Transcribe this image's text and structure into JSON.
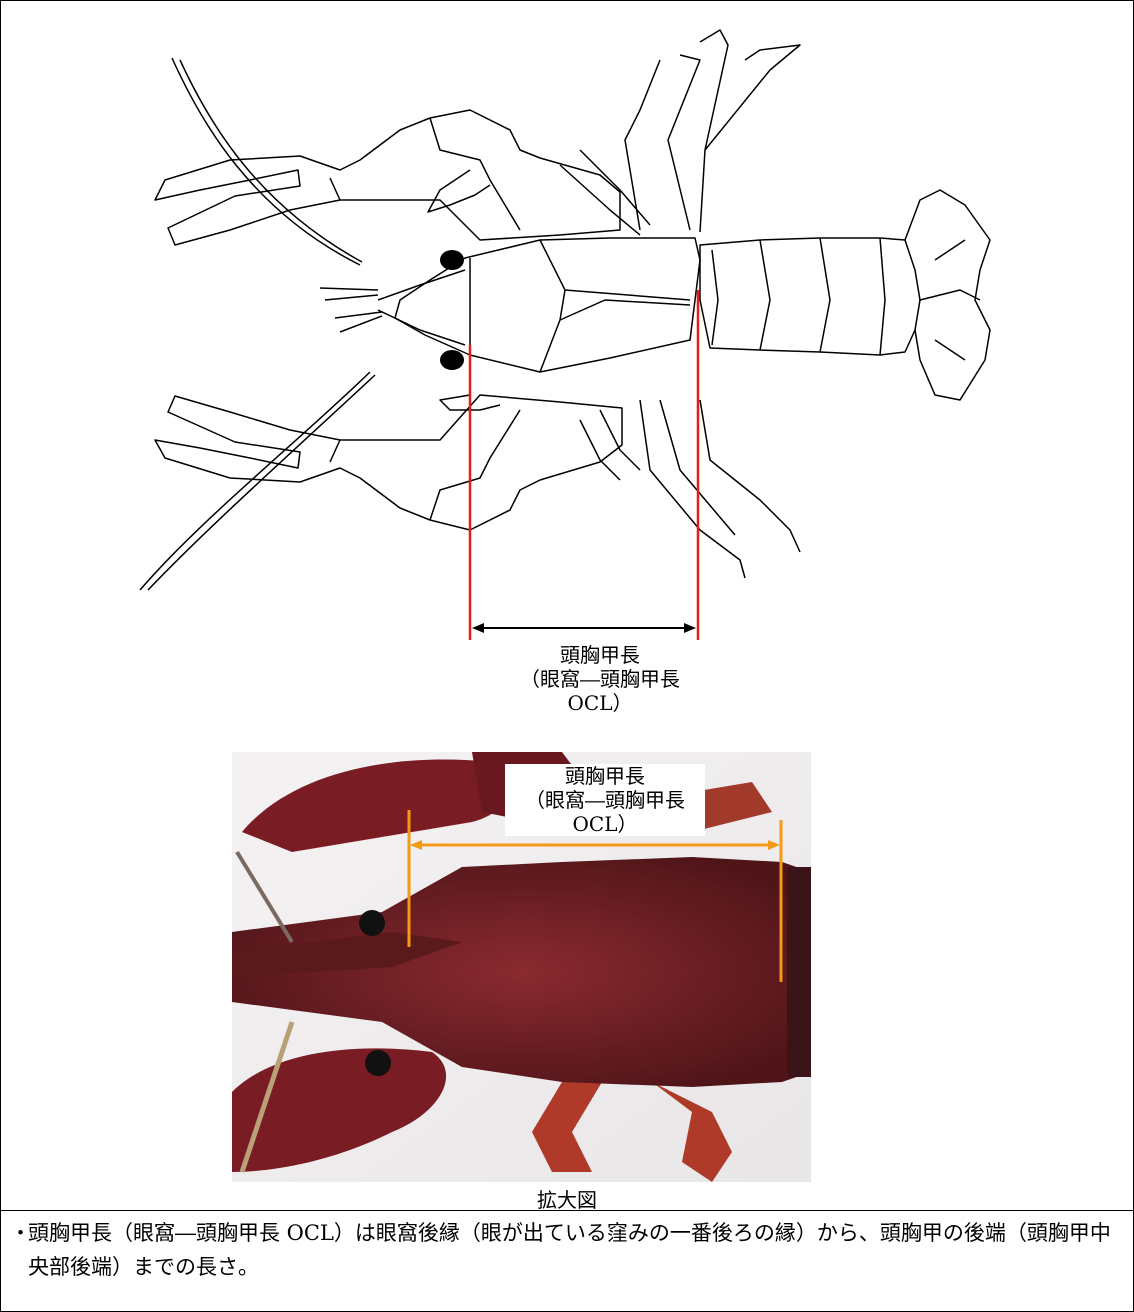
{
  "diagram": {
    "measure_label": [
      "頭胸甲長",
      "（眼窩―頭胸甲長",
      "OCL）"
    ]
  },
  "photo": {
    "measure_label": [
      "頭胸甲長",
      "（眼窩―頭胸甲長",
      "OCL）"
    ],
    "caption": "拡大図"
  },
  "note": {
    "bullet": "・",
    "text": "頭胸甲長（眼窩―頭胸甲長 OCL）は眼窩後縁（眼が出ている窪みの一番後ろの縁）から、頭胸甲の後端（頭胸甲中央部後端）までの長さ。"
  },
  "colors": {
    "measure_line_drawing": "#e41e1e",
    "measure_line_photo": "#f59a16",
    "crayfish_body": "#6a1d22"
  }
}
